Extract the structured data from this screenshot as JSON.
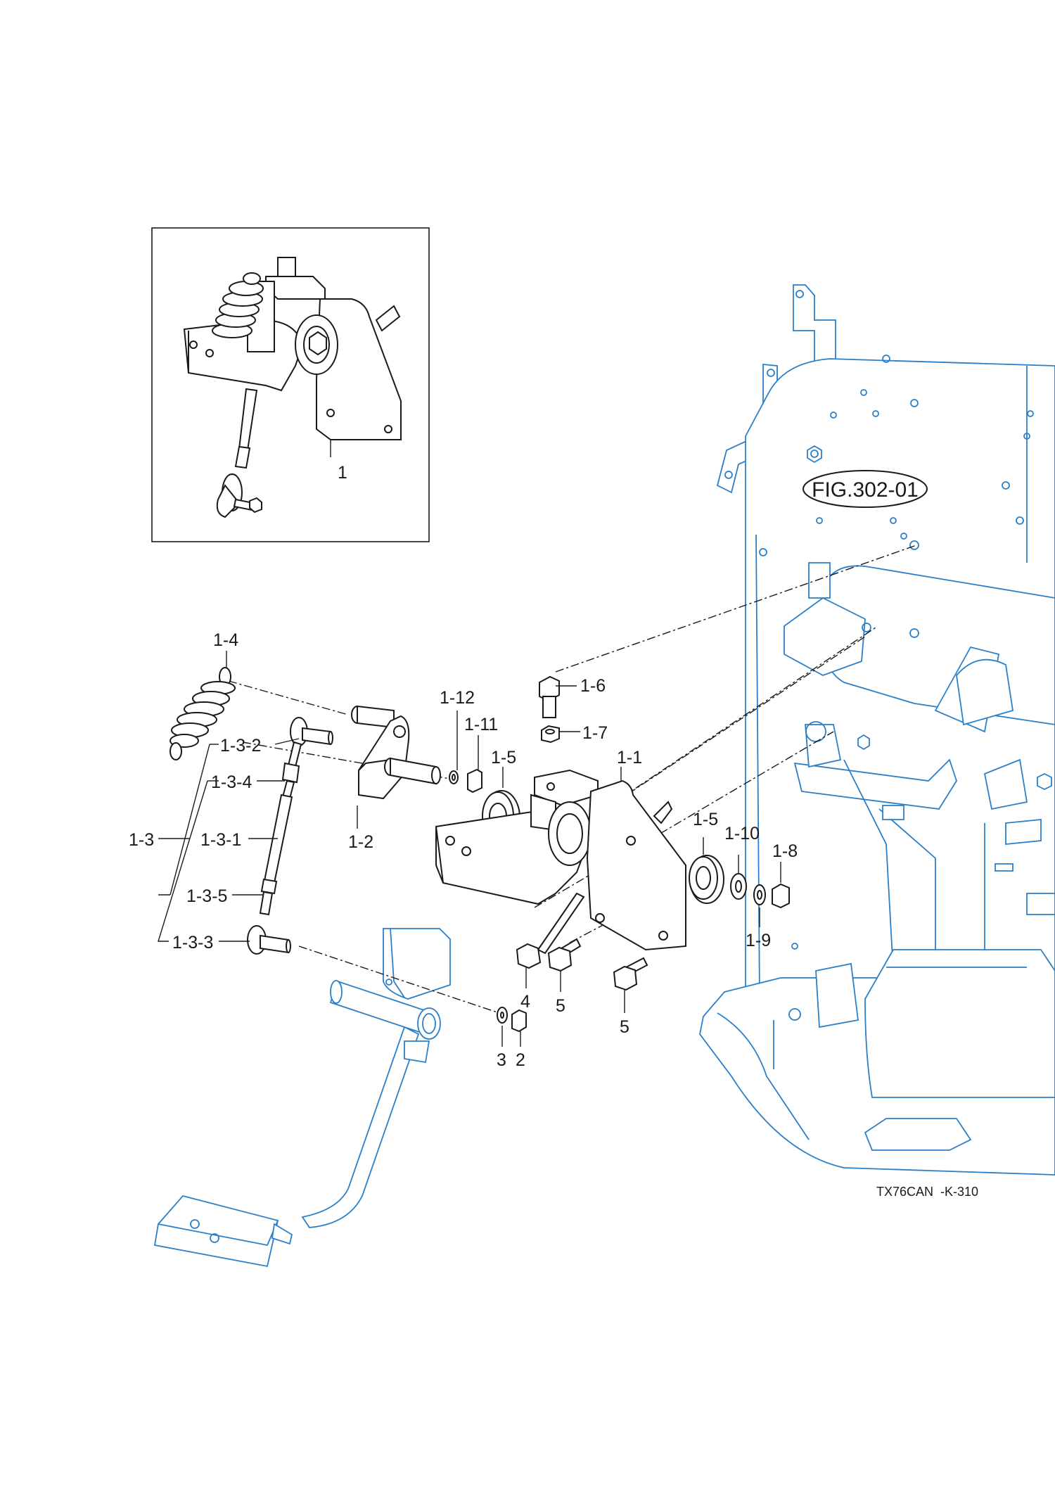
{
  "figure_reference": "FIG.302-01",
  "drawing_code": "TX76CAN  -K-310",
  "inset": {
    "part_label": "1"
  },
  "labels": {
    "l_1_4": "1-4",
    "l_1_3_2": "1-3-2",
    "l_1_3_4": "1-3-4",
    "l_1_3": "1-3",
    "l_1_3_1": "1-3-1",
    "l_1_3_5": "1-3-5",
    "l_1_3_3": "1-3-3",
    "l_1_2": "1-2",
    "l_1_12": "1-12",
    "l_1_11": "1-11",
    "l_1_5a": "1-5",
    "l_1_6": "1-6",
    "l_1_7": "1-7",
    "l_1_1": "1-1",
    "l_1_5b": "1-5",
    "l_1_10": "1-10",
    "l_1_8": "1-8",
    "l_1_9": "1-9",
    "l_4": "4",
    "l_5a": "5",
    "l_5b": "5",
    "l_3": "3",
    "l_2": "2"
  }
}
